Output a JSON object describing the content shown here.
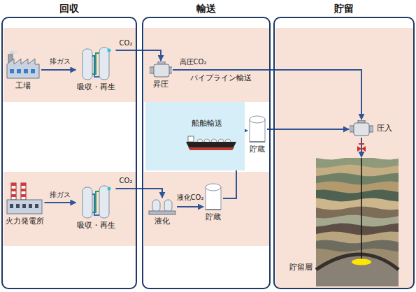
{
  "diagram": {
    "nodes": [
      {
        "text": [
          "回収"
        ]
      },
      {
        "text": [
          "輸送"
        ]
      },
      {
        "text": [
          "貯留"
        ]
      },
      {
        "text": [
          "工場"
        ],
        "in": 0
      },
      {
        "text": [
          "吸収・再生"
        ],
        "in": 0
      },
      {
        "text": [
          "火力発電所"
        ],
        "in": 0
      },
      {
        "text": [
          "吸収・再生"
        ],
        "in": 0
      },
      {
        "text": [
          "昇圧"
        ],
        "in": 1
      },
      {
        "text": [
          "船舶輸送"
        ],
        "in": 1
      },
      {
        "text": [
          "貯蔵"
        ],
        "in": 1
      },
      {
        "text": [
          "液化"
        ],
        "in": 1
      },
      {
        "text": [
          "貯蔵"
        ],
        "in": 1
      },
      {
        "text": [
          "圧入"
        ],
        "in": 2
      },
      {
        "text": [
          "貯留層"
        ],
        "in": 2
      }
    ],
    "edges": [
      {
        "from": 3,
        "to": 4,
        "arrow": "to",
        "label": "排ガス"
      },
      {
        "from": 4,
        "to": 7,
        "arrow": "to",
        "label": "CO₂"
      },
      {
        "from": 7,
        "to": 12,
        "arrow": "to",
        "label": "高圧CO₂"
      },
      {
        "from": 5,
        "to": 6,
        "arrow": "to",
        "label": "排ガス"
      },
      {
        "from": 6,
        "to": 10,
        "arrow": "to",
        "label": "CO₂"
      },
      {
        "from": 10,
        "to": 11,
        "arrow": "to",
        "label": "液化CO₂"
      },
      {
        "from": 11,
        "to": 9,
        "arrow": "to"
      },
      {
        "from": 9,
        "to": 12,
        "arrow": "to"
      },
      {
        "from": 12,
        "to": 13,
        "arrow": "to"
      }
    ],
    "labels": [
      "パイプライン輸送"
    ]
  }
}
